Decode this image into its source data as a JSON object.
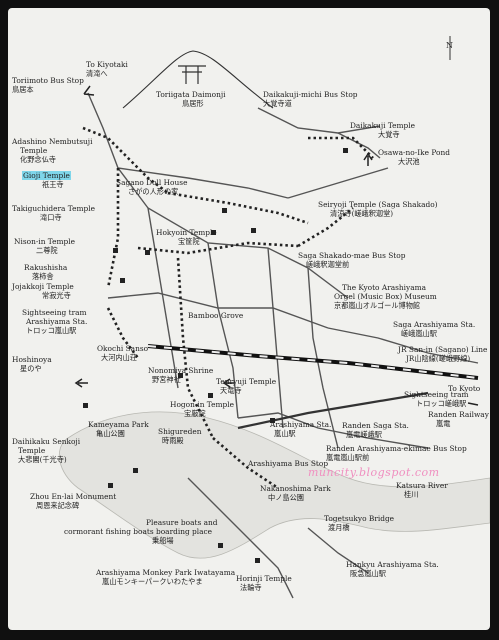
{
  "watermark": "muncity.blogspot.com",
  "north": "N",
  "labels": [
    {
      "id": "to-kiyotaki",
      "en": "To Kiyotaki",
      "jp": "清滝へ"
    },
    {
      "id": "toriimoto-bus",
      "en": "Toriimoto Bus Stop",
      "jp": "鳥居本"
    },
    {
      "id": "toriigata",
      "en": "Toriigata Daimonji",
      "jp": "鳥居形"
    },
    {
      "id": "daikakuji-michi",
      "en": "Daikakuji-michi Bus Stop",
      "jp": "大覚寺道"
    },
    {
      "id": "adashino",
      "en": "Adashino Nembutsuji",
      "jp": ""
    },
    {
      "id": "adashino-temple",
      "en": "Temple",
      "jp": "化野念仏寺"
    },
    {
      "id": "daikakuji-temple",
      "en": "Daikakuji Temple",
      "jp": "大覚寺"
    },
    {
      "id": "osawa",
      "en": "Osawa-no-Ike Pond",
      "jp": "大沢池"
    },
    {
      "id": "gioji",
      "en": "Gioji Temple",
      "jp": "祇王寺"
    },
    {
      "id": "sagano-doll",
      "en": "Sagano Doll House",
      "jp": "さがの人形の家"
    },
    {
      "id": "takiguchi",
      "en": "Takiguchidera Temple",
      "jp": "滝口寺"
    },
    {
      "id": "seiryoji",
      "en": "Seiryoji Temple (Saga Shakado)",
      "jp": "清涼寺(嵯峨釈迦堂)"
    },
    {
      "id": "hokyoin",
      "en": "Hokyoin Temple",
      "jp": "宝筐院"
    },
    {
      "id": "nison-in",
      "en": "Nison-in Temple",
      "jp": "二尊院"
    },
    {
      "id": "saga-shakado-bus",
      "en": "Saga Shakado-mae Bus Stop",
      "jp": "嵯峨釈迦堂前"
    },
    {
      "id": "rakushisha",
      "en": "Rakushisha",
      "jp": "落柿舎"
    },
    {
      "id": "jojakkoji",
      "en": "Jojakkoji Temple",
      "jp": "常寂光寺"
    },
    {
      "id": "orgel",
      "en": "The Kyoto Arashiyama",
      "jp": ""
    },
    {
      "id": "orgel-2",
      "en": "Orgel (Music Box) Museum",
      "jp": "京都嵐山オルゴール博物館"
    },
    {
      "id": "sightseeing-tram",
      "en": "Sightseeing tram",
      "jp": ""
    },
    {
      "id": "sightseeing-tram-2",
      "en": "Arashiyama Sta.",
      "jp": "トロッコ嵐山駅"
    },
    {
      "id": "bamboo",
      "en": "Bamboo Grove",
      "jp": ""
    },
    {
      "id": "saga-arashiyama",
      "en": "Saga Arashiyama Sta.",
      "jp": "嵯峨嵐山駅"
    },
    {
      "id": "okochi",
      "en": "Okochi Sanso",
      "jp": "大河内山荘"
    },
    {
      "id": "jr-line",
      "en": "JR San-in (Sagano) Line",
      "jp": "JR山陰線(嵯峨野線)"
    },
    {
      "id": "hoshinoya",
      "en": "Hoshinoya",
      "jp": "星のや"
    },
    {
      "id": "nonomiya",
      "en": "Nonomiya Shrine",
      "jp": "野宮神社"
    },
    {
      "id": "tenryuji",
      "en": "Tenryuji Temple",
      "jp": "天竜寺"
    },
    {
      "id": "to-kyoto",
      "en": "To Kyoto",
      "jp": ""
    },
    {
      "id": "sightseeing-tram-3",
      "en": "Sightseeing tram",
      "jp": "トロッコ嵯峨駅"
    },
    {
      "id": "hogon-in",
      "en": "Hogon-in Temple",
      "jp": "宝厳院"
    },
    {
      "id": "randen-railway",
      "en": "Randen Railway",
      "jp": "嵐電"
    },
    {
      "id": "kameyama",
      "en": "Kameyama Park",
      "jp": "亀山公園"
    },
    {
      "id": "arashiyama-sta",
      "en": "Arashiyama Sta.",
      "jp": "嵐山駅"
    },
    {
      "id": "randen-saga",
      "en": "Randen Saga Sta.",
      "jp": "嵐電嵯峨駅"
    },
    {
      "id": "daihikaku",
      "en": "Daihikaku Senkoji",
      "jp": ""
    },
    {
      "id": "daihikaku-2",
      "en": "Temple",
      "jp": "大悲閣(千光寺)"
    },
    {
      "id": "shigureden",
      "en": "Shigureden",
      "jp": "時雨殿"
    },
    {
      "id": "randen-ekimae",
      "en": "Randen Arashiyama-ekimae Bus Stop",
      "jp": "嵐電嵐山駅前"
    },
    {
      "id": "arashiyama-bus",
      "en": "Arashiyama Bus Stop",
      "jp": ""
    },
    {
      "id": "nakanoshima",
      "en": "Nakanoshima Park",
      "jp": "中ノ島公園"
    },
    {
      "id": "katsura",
      "en": "Katsura River",
      "jp": "桂川"
    },
    {
      "id": "zhou",
      "en": "Zhou En-lai Monument",
      "jp": "周恩来記念碑"
    },
    {
      "id": "pleasure",
      "en": "Pleasure boats and",
      "jp": ""
    },
    {
      "id": "pleasure-2",
      "en": "cormorant fishing boats boarding place",
      "jp": "乗船場"
    },
    {
      "id": "togetsukyo",
      "en": "Togetsukyo Bridge",
      "jp": "渡月橋"
    },
    {
      "id": "monkey",
      "en": "Arashiyama Monkey Park Iwatayama",
      "jp": "嵐山モンキーパークいわたやま"
    },
    {
      "id": "horinji",
      "en": "Horinji Temple",
      "jp": "法輪寺"
    },
    {
      "id": "hankyu",
      "en": "Hankyu Arashiyama Sta.",
      "jp": "阪急嵐山駅"
    }
  ]
}
